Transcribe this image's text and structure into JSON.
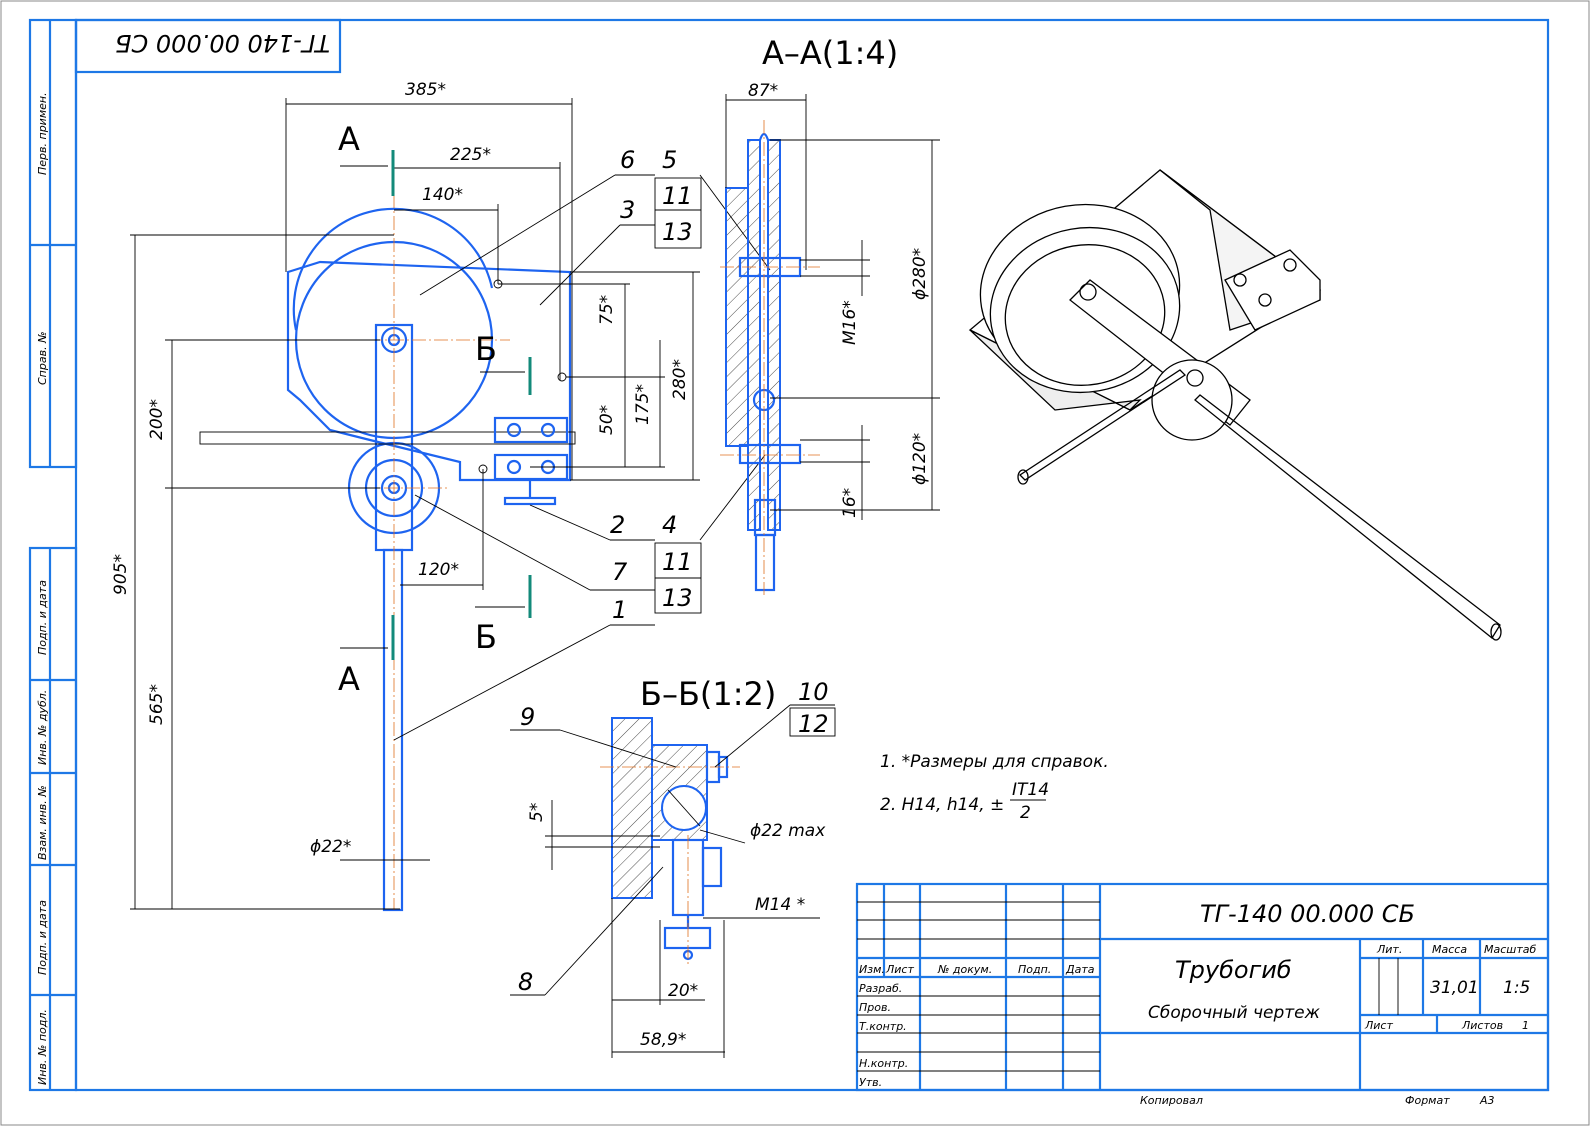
{
  "drawing": {
    "designation": "ТГ-140 00.000 СБ",
    "designation_rotated": "ТГ-140 00.000 СБ",
    "section_aa_title": "А–А(1:4)",
    "section_bb_title": "Б–Б(1:2)",
    "cut_letters": {
      "a": "А",
      "b": "Б"
    },
    "front_dims": [
      "385*",
      "225*",
      "140*",
      "75*",
      "50*",
      "175*",
      "280*",
      "200*",
      "905*",
      "565*",
      "120*",
      "ϕ22*"
    ],
    "aa_dims": [
      "87*",
      "ϕ280*",
      "M16*",
      "ϕ120*",
      "16*"
    ],
    "bb_dims": [
      "5*",
      "ϕ22 max",
      "M14 *",
      "20*",
      "58,9*"
    ],
    "callouts": [
      "6",
      "5",
      "11",
      "3",
      "13",
      "2",
      "4",
      "11",
      "7",
      "13",
      "1",
      "10",
      "12",
      "9",
      "8"
    ],
    "notes": [
      "1.  *Размеры для справок.",
      "2. H14, h14, ±",
      "IT14",
      "2"
    ]
  },
  "side_strip": [
    "Перв. примен.",
    "Справ. №",
    "Подп. и дата",
    "Инв. № дубл.",
    "Взам. инв. №",
    "Подп. и дата",
    "Инв. № подл."
  ],
  "title_block": {
    "designation": "ТГ-140 00.000 СБ",
    "name": "Трубогиб",
    "doc_type": "Сборочный чертеж",
    "headers": [
      "Изм.",
      "Лист",
      "№ докум.",
      "Подп.",
      "Дата"
    ],
    "rows": [
      "Разраб.",
      "Пров.",
      "Т.контр.",
      "Н.контр.",
      "Утв."
    ],
    "lit_label": "Лит.",
    "mass_label": "Масса",
    "scale_label": "Масштаб",
    "mass": "31,01",
    "scale": "1:5",
    "sheet_label": "Лист",
    "sheets_label": "Листов",
    "sheets": "1"
  },
  "footer": {
    "copied": "Копировал",
    "format_label": "Формат",
    "format": "А3"
  }
}
